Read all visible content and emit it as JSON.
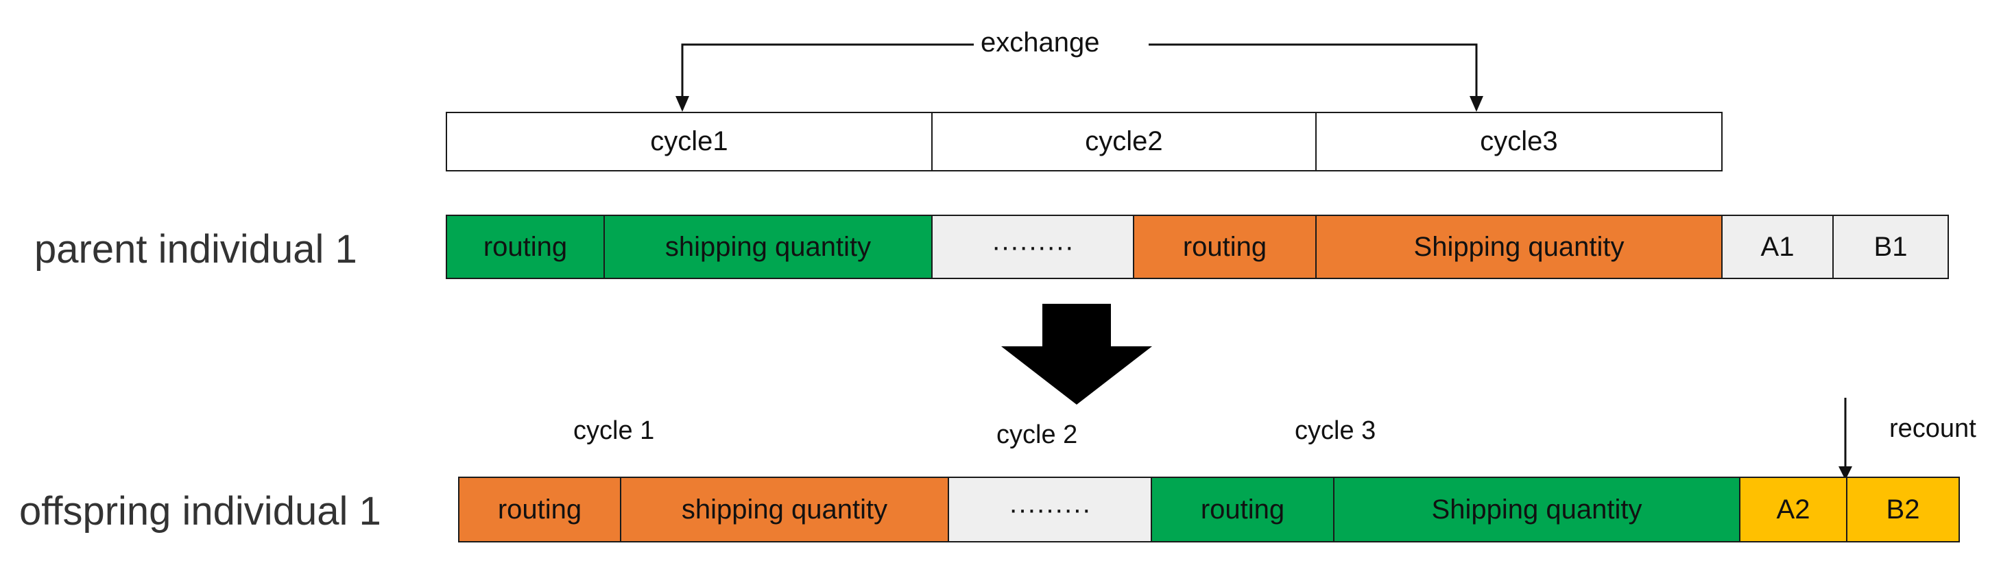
{
  "exchange": {
    "label": "exchange"
  },
  "cycles": [
    {
      "label": "cycle1"
    },
    {
      "label": "cycle2"
    },
    {
      "label": "cycle3"
    }
  ],
  "parent": {
    "label": "parent individual 1",
    "segments": [
      {
        "text": "routing",
        "color": "#00a650"
      },
      {
        "text": "shipping quantity",
        "color": "#00a650"
      },
      {
        "text": "·········",
        "color": "#efefef"
      },
      {
        "text": "routing",
        "color": "#ed7d31"
      },
      {
        "text": "Shipping quantity",
        "color": "#ed7d31"
      },
      {
        "text": "A1",
        "color": "#efefef"
      },
      {
        "text": "B1",
        "color": "#efefef"
      }
    ]
  },
  "offspring": {
    "label": "offspring individual 1",
    "cycle_labels": [
      "cycle 1",
      "cycle 2",
      "cycle 3"
    ],
    "recount_label": "recount",
    "segments": [
      {
        "text": "routing",
        "color": "#ed7d31"
      },
      {
        "text": "shipping quantity",
        "color": "#ed7d31"
      },
      {
        "text": "·········",
        "color": "#efefef"
      },
      {
        "text": "routing",
        "color": "#00a650"
      },
      {
        "text": "Shipping quantity",
        "color": "#00a650"
      },
      {
        "text": "A2",
        "color": "#ffc000"
      },
      {
        "text": "B2",
        "color": "#ffc000"
      }
    ]
  }
}
